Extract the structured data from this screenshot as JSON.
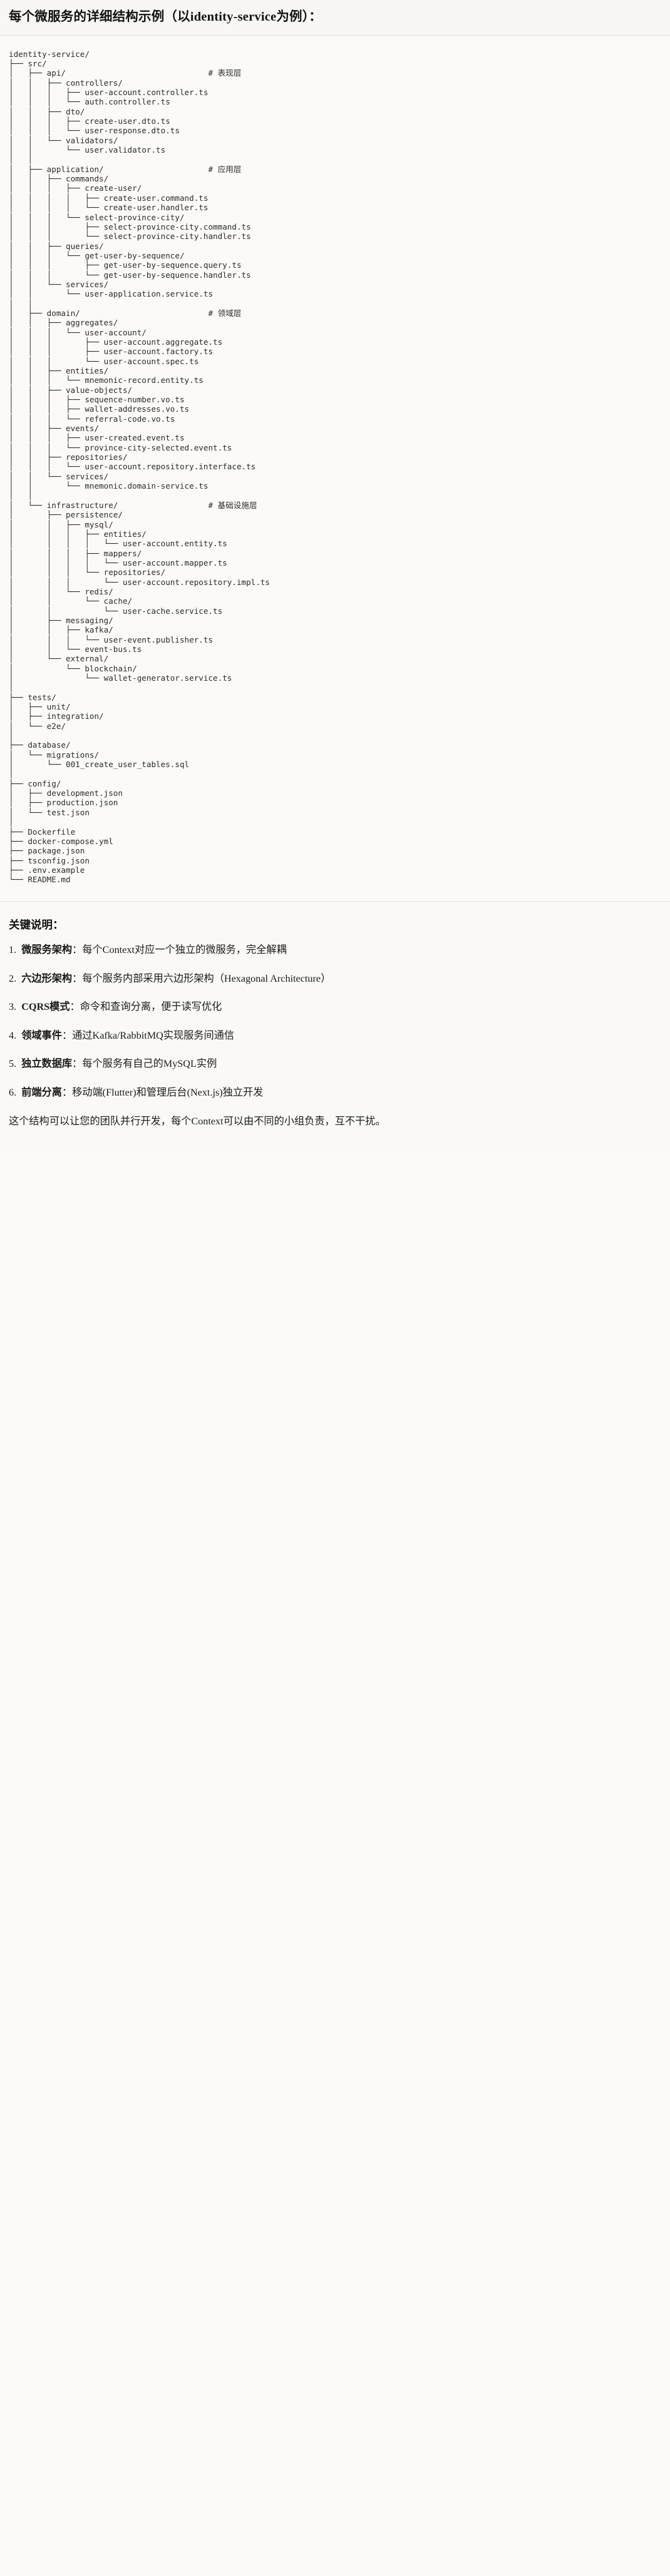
{
  "header": {
    "title": "每个微服务的详细结构示例（以identity-service为例）："
  },
  "tree": {
    "root": "identity-service/",
    "text": "identity-service/\n├── src/\n│   ├── api/                              # 表现层\n│   │   ├── controllers/\n│   │   │   ├── user-account.controller.ts\n│   │   │   └── auth.controller.ts\n│   │   ├── dto/\n│   │   │   ├── create-user.dto.ts\n│   │   │   └── user-response.dto.ts\n│   │   └── validators/\n│   │       └── user.validator.ts\n│   │\n│   ├── application/                      # 应用层\n│   │   ├── commands/\n│   │   │   ├── create-user/\n│   │   │   │   ├── create-user.command.ts\n│   │   │   │   └── create-user.handler.ts\n│   │   │   └── select-province-city/\n│   │   │       ├── select-province-city.command.ts\n│   │   │       └── select-province-city.handler.ts\n│   │   ├── queries/\n│   │   │   └── get-user-by-sequence/\n│   │   │       ├── get-user-by-sequence.query.ts\n│   │   │       └── get-user-by-sequence.handler.ts\n│   │   └── services/\n│   │       └── user-application.service.ts\n│   │\n│   ├── domain/                           # 领域层\n│   │   ├── aggregates/\n│   │   │   └── user-account/\n│   │   │       ├── user-account.aggregate.ts\n│   │   │       ├── user-account.factory.ts\n│   │   │       └── user-account.spec.ts\n│   │   ├── entities/\n│   │   │   └── mnemonic-record.entity.ts\n│   │   ├── value-objects/\n│   │   │   ├── sequence-number.vo.ts\n│   │   │   ├── wallet-addresses.vo.ts\n│   │   │   └── referral-code.vo.ts\n│   │   ├── events/\n│   │   │   ├── user-created.event.ts\n│   │   │   └── province-city-selected.event.ts\n│   │   ├── repositories/\n│   │   │   └── user-account.repository.interface.ts\n│   │   └── services/\n│   │       └── mnemonic.domain-service.ts\n│   │\n│   └── infrastructure/                   # 基础设施层\n│       ├── persistence/\n│       │   ├── mysql/\n│       │   │   ├── entities/\n│       │   │   │   └── user-account.entity.ts\n│       │   │   ├── mappers/\n│       │   │   │   └── user-account.mapper.ts\n│       │   │   └── repositories/\n│       │   │       └── user-account.repository.impl.ts\n│       │   └── redis/\n│       │       └── cache/\n│       │           └── user-cache.service.ts\n│       ├── messaging/\n│       │   ├── kafka/\n│       │   │   └── user-event.publisher.ts\n│       │   └── event-bus.ts\n│       └── external/\n│           └── blockchain/\n│               └── wallet-generator.service.ts\n│\n├── tests/\n│   ├── unit/\n│   ├── integration/\n│   └── e2e/\n│\n├── database/\n│   └── migrations/\n│       └── 001_create_user_tables.sql\n│\n├── config/\n│   ├── development.json\n│   ├── production.json\n│   └── test.json\n│\n├── Dockerfile\n├── docker-compose.yml\n├── package.json\n├── tsconfig.json\n├── .env.example\n└── README.md",
    "layer_comments": [
      {
        "path": "api/",
        "comment": "# 表现层"
      },
      {
        "path": "application/",
        "comment": "# 应用层"
      },
      {
        "path": "domain/",
        "comment": "# 领域层"
      },
      {
        "path": "infrastructure/",
        "comment": "# 基础设施层"
      }
    ]
  },
  "notes": {
    "heading": "关键说明：",
    "items": [
      {
        "term": "微服务架构",
        "sep": "：",
        "desc": "每个Context对应一个独立的微服务，完全解耦"
      },
      {
        "term": "六边形架构",
        "sep": "：",
        "desc": "每个服务内部采用六边形架构（Hexagonal Architecture）"
      },
      {
        "term": "CQRS模式",
        "sep": "：",
        "desc": "命令和查询分离，便于读写优化"
      },
      {
        "term": "领域事件",
        "sep": "：",
        "desc": "通过Kafka/RabbitMQ实现服务间通信"
      },
      {
        "term": "独立数据库",
        "sep": "：",
        "desc": "每个服务有自己的MySQL实例"
      },
      {
        "term": "前端分离",
        "sep": "：",
        "desc": "移动端(Flutter)和管理后台(Next.js)独立开发"
      }
    ],
    "closing": "这个结构可以让您的团队并行开发，每个Context可以由不同的小组负责，互不干扰。"
  },
  "colors": {
    "page_bg": "#fbfaf8",
    "title_bg": "#f8f7f3",
    "divider": "#e3e1dc",
    "text": "#1b1b1b",
    "code_text": "#2b2b2b"
  }
}
